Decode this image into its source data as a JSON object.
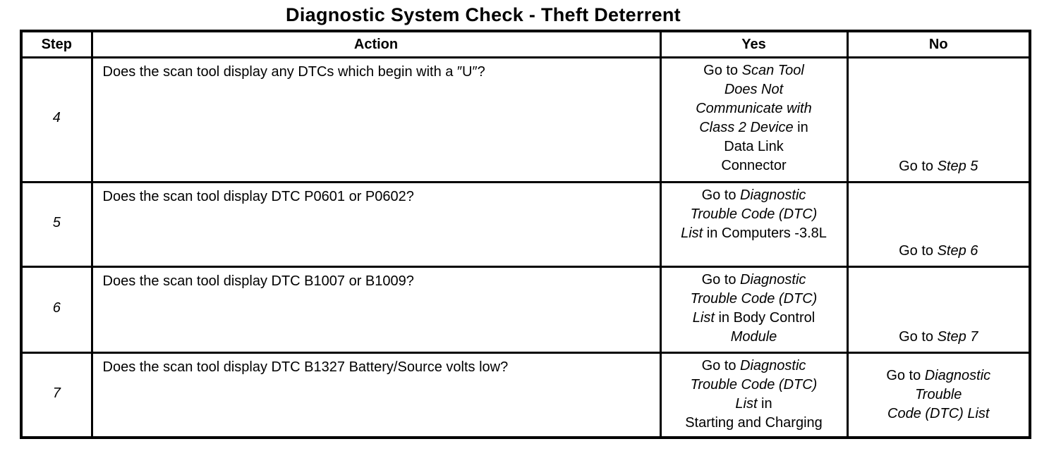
{
  "title": "Diagnostic System Check - Theft Deterrent",
  "table": {
    "headers": [
      "Step",
      "Action",
      "Yes",
      "No"
    ],
    "rows": [
      {
        "step": "4",
        "action": "Does the scan tool display any DTCs which begin with a ″U″?",
        "yes": [
          {
            "t": "Go to ",
            "i": false
          },
          {
            "t": "Scan Tool\nDoes Not\nCommunicate with\nClass 2 Device",
            "i": true
          },
          {
            "t": " in\nData Link\nConnector",
            "i": false
          }
        ],
        "no": [
          {
            "t": "Go to ",
            "i": false
          },
          {
            "t": "Step 5",
            "i": true
          }
        ]
      },
      {
        "step": "5",
        "action": "Does the scan tool display DTC P0601 or P0602?",
        "yes": [
          {
            "t": "Go to ",
            "i": false
          },
          {
            "t": "Diagnostic\nTrouble Code (DTC)\nList",
            "i": true
          },
          {
            "t": " in Computers -3.8L",
            "i": false
          }
        ],
        "no": [
          {
            "t": "Go to ",
            "i": false
          },
          {
            "t": "Step 6",
            "i": true
          }
        ]
      },
      {
        "step": "6",
        "action": "Does the scan tool display DTC B1007 or B1009?",
        "yes": [
          {
            "t": "Go to ",
            "i": false
          },
          {
            "t": "Diagnostic\nTrouble Code (DTC)\nList",
            "i": true
          },
          {
            "t": " in Body Control\n",
            "i": false
          },
          {
            "t": "Module",
            "i": true
          }
        ],
        "no": [
          {
            "t": "Go to ",
            "i": false
          },
          {
            "t": "Step 7",
            "i": true
          }
        ]
      },
      {
        "step": "7",
        "action": "Does the scan tool display DTC B1327 Battery/Source volts low?",
        "yes": [
          {
            "t": "Go to ",
            "i": false
          },
          {
            "t": "Diagnostic\nTrouble Code (DTC)\nList",
            "i": true
          },
          {
            "t": " in\nStarting and Charging",
            "i": false
          }
        ],
        "no": [
          {
            "t": "Go to ",
            "i": false
          },
          {
            "t": "Diagnostic\nTrouble\nCode (DTC) List",
            "i": true
          }
        ]
      }
    ]
  }
}
